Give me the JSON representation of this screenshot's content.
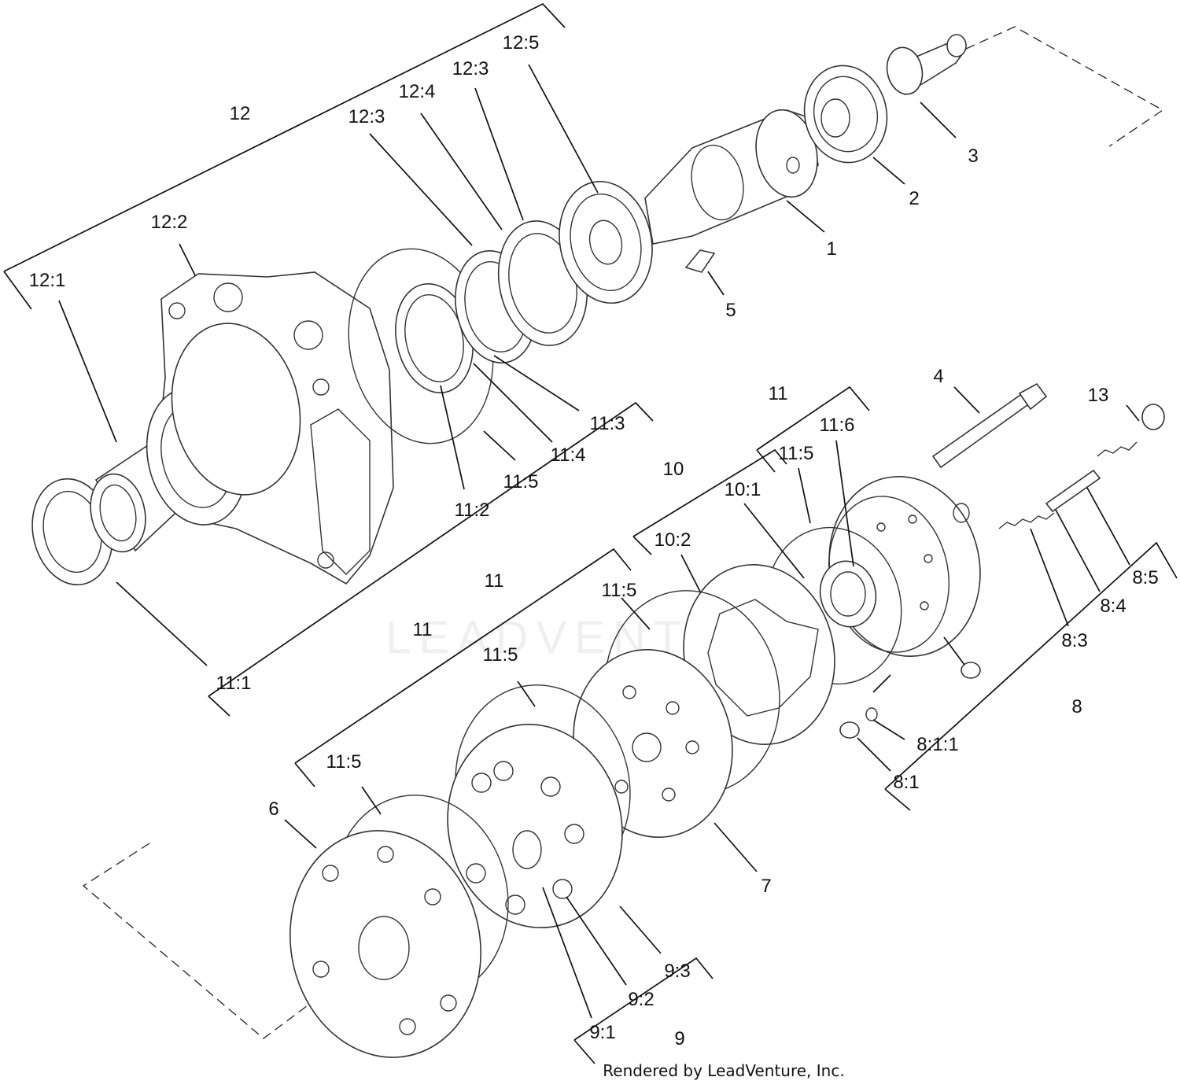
{
  "footer": "Rendered by LeadVenture, Inc.",
  "watermark": "LEADVENTURE",
  "callouts": [
    "12",
    "12:5",
    "12:3",
    "12:4",
    "12:3",
    "12:2",
    "12:1",
    "1",
    "2",
    "3",
    "5",
    "11:3",
    "11:4",
    "11:5",
    "11:2",
    "11",
    "11:1",
    "4",
    "13",
    "11",
    "11:6",
    "11:5",
    "10",
    "10:1",
    "10:2",
    "11:5",
    "8:5",
    "8:4",
    "8:3",
    "11",
    "11:5",
    "8",
    "8:1:1",
    "8:1",
    "11:5",
    "6",
    "7",
    "9:3",
    "9:2",
    "9:1",
    "9"
  ]
}
